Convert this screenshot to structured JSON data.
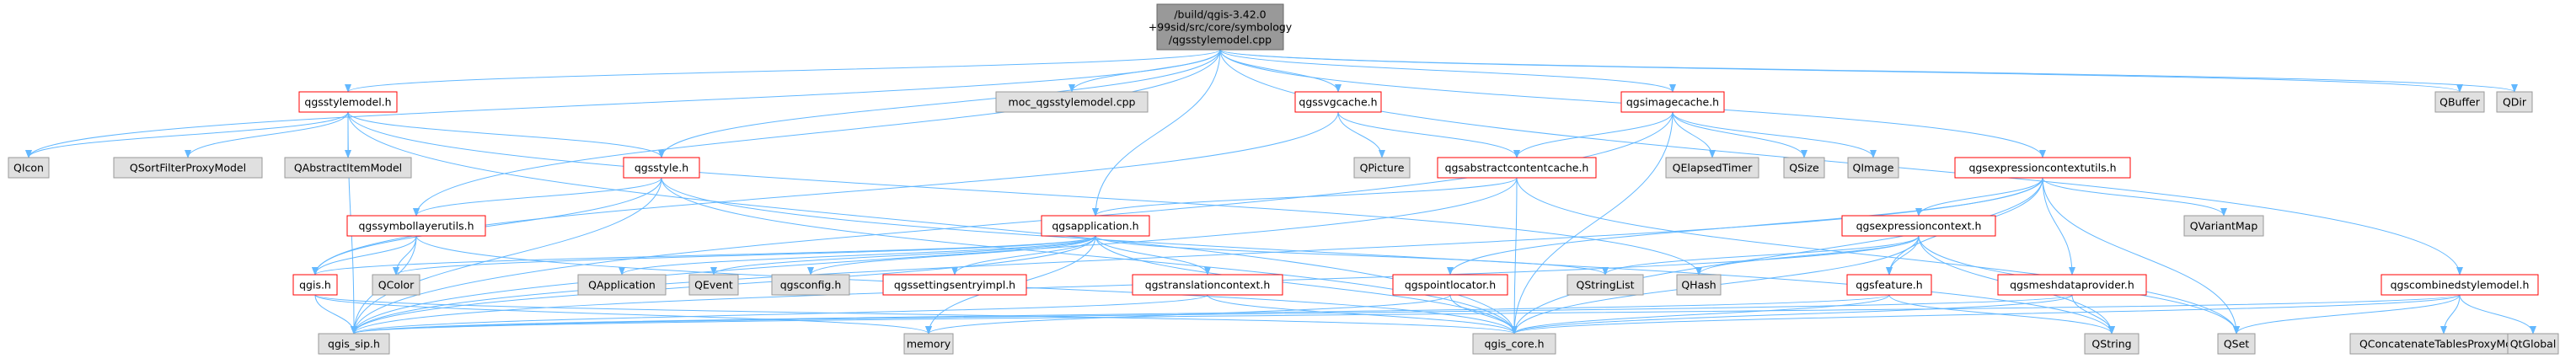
{
  "colors": {
    "root_fill": "#999999",
    "root_border": "#666666",
    "linked_fill": "#ffffff",
    "linked_border": "#ff0000",
    "external_fill": "#e0e0e0",
    "external_border": "#999999",
    "edge": "#63b8ff"
  },
  "graph": {
    "nodes": [
      {
        "id": "root",
        "label": [
          "/build/qgis-3.42.0",
          "+99sid/src/core/symbology",
          "/qgsstylemodel.cpp"
        ],
        "kind": "root"
      },
      {
        "id": "qgsstylemodel_h",
        "label": [
          "qgsstylemodel.h"
        ],
        "kind": "linked"
      },
      {
        "id": "moc",
        "label": [
          "moc_qgsstylemodel.cpp"
        ],
        "kind": "external"
      },
      {
        "id": "qgssvgcache_h",
        "label": [
          "qgssvgcache.h"
        ],
        "kind": "linked"
      },
      {
        "id": "qgsimagecache_h",
        "label": [
          "qgsimagecache.h"
        ],
        "kind": "linked"
      },
      {
        "id": "QBuffer",
        "label": [
          "QBuffer"
        ],
        "kind": "external"
      },
      {
        "id": "QDir",
        "label": [
          "QDir"
        ],
        "kind": "external"
      },
      {
        "id": "QIcon",
        "label": [
          "QIcon"
        ],
        "kind": "external"
      },
      {
        "id": "QSortFilterProxyModel",
        "label": [
          "QSortFilterProxyModel"
        ],
        "kind": "external"
      },
      {
        "id": "QAbstractItemModel",
        "label": [
          "QAbstractItemModel"
        ],
        "kind": "external"
      },
      {
        "id": "qgsstyle_h",
        "label": [
          "qgsstyle.h"
        ],
        "kind": "linked"
      },
      {
        "id": "QPicture",
        "label": [
          "QPicture"
        ],
        "kind": "external"
      },
      {
        "id": "qgsabstractcontentcache_h",
        "label": [
          "qgsabstractcontentcache.h"
        ],
        "kind": "linked"
      },
      {
        "id": "QElapsedTimer",
        "label": [
          "QElapsedTimer"
        ],
        "kind": "external"
      },
      {
        "id": "QSize",
        "label": [
          "QSize"
        ],
        "kind": "external"
      },
      {
        "id": "QImage",
        "label": [
          "QImage"
        ],
        "kind": "external"
      },
      {
        "id": "qgsexpressioncontextutils_h",
        "label": [
          "qgsexpressioncontextutils.h"
        ],
        "kind": "linked"
      },
      {
        "id": "QVariantMap",
        "label": [
          "QVariantMap"
        ],
        "kind": "external"
      },
      {
        "id": "qgssymbollayerutils_h",
        "label": [
          "qgssymbollayerutils.h"
        ],
        "kind": "linked"
      },
      {
        "id": "qgsapplication_h",
        "label": [
          "qgsapplication.h"
        ],
        "kind": "linked"
      },
      {
        "id": "qgsexpressioncontext_h",
        "label": [
          "qgsexpressioncontext.h"
        ],
        "kind": "linked"
      },
      {
        "id": "qgis_h",
        "label": [
          "qgis.h"
        ],
        "kind": "linked"
      },
      {
        "id": "QColor",
        "label": [
          "QColor"
        ],
        "kind": "external"
      },
      {
        "id": "QApplication",
        "label": [
          "QApplication"
        ],
        "kind": "external"
      },
      {
        "id": "QEvent",
        "label": [
          "QEvent"
        ],
        "kind": "external"
      },
      {
        "id": "qgsconfig_h",
        "label": [
          "qgsconfig.h"
        ],
        "kind": "external"
      },
      {
        "id": "qgssettingsentryimpl_h",
        "label": [
          "qgssettingsentryimpl.h"
        ],
        "kind": "linked"
      },
      {
        "id": "QStringList",
        "label": [
          "QStringList"
        ],
        "kind": "external"
      },
      {
        "id": "QHash",
        "label": [
          "QHash"
        ],
        "kind": "external"
      },
      {
        "id": "qgsfeature_h",
        "label": [
          "qgsfeature.h"
        ],
        "kind": "linked"
      },
      {
        "id": "qgsmeshdataprovider_h",
        "label": [
          "qgsmeshdataprovider.h"
        ],
        "kind": "linked"
      },
      {
        "id": "qgscombinedstylemodel_h",
        "label": [
          "qgscombinedstylemodel.h"
        ],
        "kind": "linked"
      },
      {
        "id": "qgstranslationcontext_h",
        "label": [
          "qgstranslationcontext.h"
        ],
        "kind": "linked"
      },
      {
        "id": "qgspointlocator_h",
        "label": [
          "qgspointlocator.h"
        ],
        "kind": "linked"
      },
      {
        "id": "qgis_sip_h",
        "label": [
          "qgis_sip.h"
        ],
        "kind": "external"
      },
      {
        "id": "memory",
        "label": [
          "memory"
        ],
        "kind": "external"
      },
      {
        "id": "qgis_core_h",
        "label": [
          "qgis_core.h"
        ],
        "kind": "external"
      },
      {
        "id": "QString",
        "label": [
          "QString"
        ],
        "kind": "external"
      },
      {
        "id": "QSet",
        "label": [
          "QSet"
        ],
        "kind": "external"
      },
      {
        "id": "QConcatenateTablesProxyModel",
        "label": [
          "QConcatenateTablesProxyModel"
        ],
        "kind": "external"
      },
      {
        "id": "QtGlobal",
        "label": [
          "QtGlobal"
        ],
        "kind": "external"
      }
    ],
    "edges": [
      [
        "root",
        "qgsstylemodel_h"
      ],
      [
        "root",
        "moc"
      ],
      [
        "root",
        "qgssvgcache_h"
      ],
      [
        "root",
        "qgsimagecache_h"
      ],
      [
        "root",
        "QBuffer"
      ],
      [
        "root",
        "QDir"
      ],
      [
        "root",
        "QIcon"
      ],
      [
        "root",
        "qgsstyle_h"
      ],
      [
        "root",
        "qgssymbollayerutils_h"
      ],
      [
        "root",
        "qgsapplication_h"
      ],
      [
        "root",
        "qgsexpressioncontextutils_h"
      ],
      [
        "root",
        "qgscombinedstylemodel_h"
      ],
      [
        "qgsstylemodel_h",
        "QIcon"
      ],
      [
        "qgsstylemodel_h",
        "QSortFilterProxyModel"
      ],
      [
        "qgsstylemodel_h",
        "QAbstractItemModel"
      ],
      [
        "qgsstylemodel_h",
        "qgsstyle_h"
      ],
      [
        "qgsstylemodel_h",
        "qgis_sip_h"
      ],
      [
        "qgsstylemodel_h",
        "qgis_core_h"
      ],
      [
        "qgsstylemodel_h",
        "QHash"
      ],
      [
        "qgssvgcache_h",
        "QPicture"
      ],
      [
        "qgssvgcache_h",
        "qgsabstractcontentcache_h"
      ],
      [
        "qgssvgcache_h",
        "qgis_h"
      ],
      [
        "qgsimagecache_h",
        "qgsabstractcontentcache_h"
      ],
      [
        "qgsimagecache_h",
        "QElapsedTimer"
      ],
      [
        "qgsimagecache_h",
        "QSize"
      ],
      [
        "qgsimagecache_h",
        "QImage"
      ],
      [
        "qgsimagecache_h",
        "qgis_core_h"
      ],
      [
        "qgsimagecache_h",
        "qgis_sip_h"
      ],
      [
        "qgsstyle_h",
        "qgssymbollayerutils_h"
      ],
      [
        "qgsstyle_h",
        "qgis_h"
      ],
      [
        "qgsstyle_h",
        "qgis_sip_h"
      ],
      [
        "qgsstyle_h",
        "qgis_core_h"
      ],
      [
        "qgsstyle_h",
        "QString"
      ],
      [
        "qgsabstractcontentcache_h",
        "qgsapplication_h"
      ],
      [
        "qgsabstractcontentcache_h",
        "qgis_core_h"
      ],
      [
        "qgsabstractcontentcache_h",
        "qgis_sip_h"
      ],
      [
        "qgsabstractcontentcache_h",
        "QSet"
      ],
      [
        "qgsexpressioncontextutils_h",
        "QVariantMap"
      ],
      [
        "qgsexpressioncontextutils_h",
        "qgsexpressioncontext_h"
      ],
      [
        "qgsexpressioncontextutils_h",
        "qgsfeature_h"
      ],
      [
        "qgsexpressioncontextutils_h",
        "qgsmeshdataprovider_h"
      ],
      [
        "qgsexpressioncontextutils_h",
        "qgspointlocator_h"
      ],
      [
        "qgsexpressioncontextutils_h",
        "qgis_core_h"
      ],
      [
        "qgsexpressioncontextutils_h",
        "qgis_sip_h"
      ],
      [
        "qgsexpressioncontextutils_h",
        "QSet"
      ],
      [
        "qgssymbollayerutils_h",
        "qgis_h"
      ],
      [
        "qgssymbollayerutils_h",
        "QColor"
      ],
      [
        "qgssymbollayerutils_h",
        "qgis_sip_h"
      ],
      [
        "qgssymbollayerutils_h",
        "qgis_core_h"
      ],
      [
        "qgsapplication_h",
        "QApplication"
      ],
      [
        "qgsapplication_h",
        "QEvent"
      ],
      [
        "qgsapplication_h",
        "qgsconfig_h"
      ],
      [
        "qgsapplication_h",
        "qgssettingsentryimpl_h"
      ],
      [
        "qgsapplication_h",
        "qgstranslationcontext_h"
      ],
      [
        "qgsapplication_h",
        "QStringList"
      ],
      [
        "qgsapplication_h",
        "qgis_h"
      ],
      [
        "qgsapplication_h",
        "QColor"
      ],
      [
        "qgsapplication_h",
        "qgis_core_h"
      ],
      [
        "qgsapplication_h",
        "qgis_sip_h"
      ],
      [
        "qgsapplication_h",
        "memory"
      ],
      [
        "qgsexpressioncontext_h",
        "QStringList"
      ],
      [
        "qgsexpressioncontext_h",
        "QHash"
      ],
      [
        "qgsexpressioncontext_h",
        "qgsfeature_h"
      ],
      [
        "qgsexpressioncontext_h",
        "qgis_core_h"
      ],
      [
        "qgsexpressioncontext_h",
        "qgis_sip_h"
      ],
      [
        "qgsexpressioncontext_h",
        "QString"
      ],
      [
        "qgsexpressioncontext_h",
        "QSet"
      ],
      [
        "qgis_h",
        "qgis_sip_h"
      ],
      [
        "qgis_h",
        "qgis_core_h"
      ],
      [
        "qgis_h",
        "memory"
      ],
      [
        "qgsfeature_h",
        "qgis_core_h"
      ],
      [
        "qgsfeature_h",
        "qgis_sip_h"
      ],
      [
        "qgsfeature_h",
        "QString"
      ],
      [
        "qgsmeshdataprovider_h",
        "qgis_core_h"
      ],
      [
        "qgsmeshdataprovider_h",
        "QString"
      ],
      [
        "qgsmeshdataprovider_h",
        "qgis_sip_h"
      ],
      [
        "qgscombinedstylemodel_h",
        "qgis_core_h"
      ],
      [
        "qgscombinedstylemodel_h",
        "qgis_sip_h"
      ],
      [
        "qgscombinedstylemodel_h",
        "QConcatenateTablesProxyModel"
      ],
      [
        "qgscombinedstylemodel_h",
        "QtGlobal"
      ],
      [
        "qgscombinedstylemodel_h",
        "QSet"
      ],
      [
        "qgstranslationcontext_h",
        "qgis_core_h"
      ],
      [
        "qgstranslationcontext_h",
        "qgis_sip_h"
      ],
      [
        "qgspointlocator_h",
        "qgis_core_h"
      ],
      [
        "qgspointlocator_h",
        "memory"
      ]
    ]
  }
}
